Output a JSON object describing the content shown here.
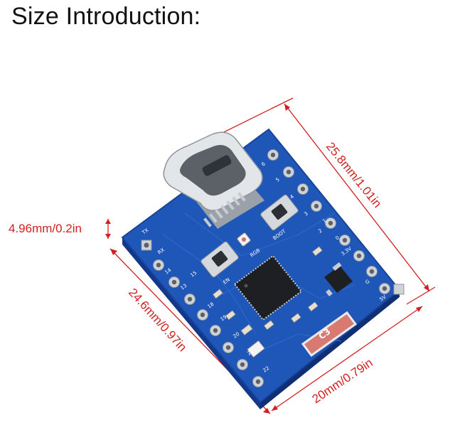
{
  "page": {
    "title": "Size Introduction:"
  },
  "dimensions": {
    "length": "25.8mm/1.01in",
    "width": "24.6mm/0.97in",
    "thickness": "4.96mm/0.2in",
    "bottom": "20mm/0.79in"
  },
  "board": {
    "labels": {
      "tx": "TX",
      "rx": "RX",
      "rgb": "RGB",
      "boot": "BOOT",
      "en": "EN",
      "v33": "3.3V",
      "v5": "5V",
      "g": "G",
      "chip_mark": "C3"
    },
    "pins_left": [
      "",
      "14",
      "13",
      "15",
      "18",
      "19",
      "20",
      "21",
      "22"
    ],
    "pins_right": [
      "6",
      "5",
      "4",
      "3",
      "2",
      "1",
      "0",
      "",
      "",
      ""
    ]
  },
  "colors": {
    "dimension": "#d21f1f",
    "pcb": "#1f57b8",
    "pcb_dark": "#17449a",
    "pad": "#cfd3d8"
  }
}
